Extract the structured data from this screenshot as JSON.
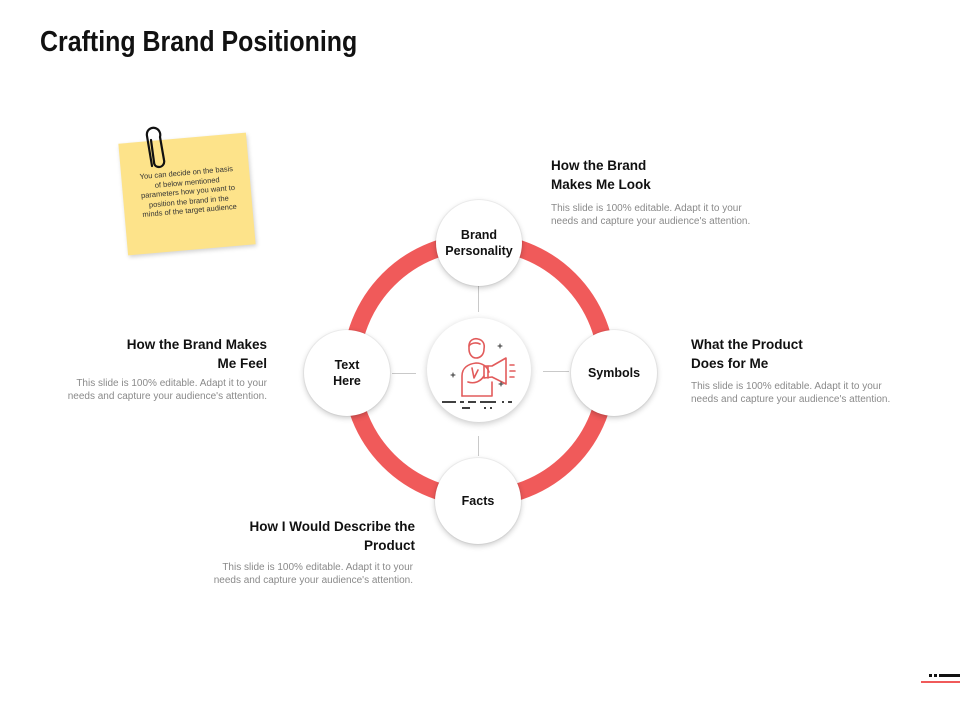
{
  "title": "Crafting Brand Positioning",
  "note": {
    "text": "You can decide on the basis of below mentioned parameters how you want to position the brand in the minds of the target audience"
  },
  "colors": {
    "accent": "#f05a5a",
    "note": "#fde38a",
    "text": "#111111",
    "muted": "#8a8a8a"
  },
  "nodes": {
    "top": {
      "label_line1": "Brand",
      "label_line2": "Personality"
    },
    "left": {
      "label_line1": "Text",
      "label_line2": "Here"
    },
    "right": {
      "label": "Symbols"
    },
    "bottom": {
      "label": "Facts"
    },
    "center": {
      "icon": "megaphone-person-icon"
    }
  },
  "blocks": {
    "top_right": {
      "heading_line1": "How the Brand",
      "heading_line2": "Makes Me Look",
      "desc_line1": "This slide is 100% editable.  Adapt it to your",
      "desc_line2": "needs and capture your audience's attention."
    },
    "left": {
      "heading_line1": "How the Brand Makes",
      "heading_line2": "Me Feel",
      "desc_line1": "This slide is 100% editable.  Adapt it to your",
      "desc_line2": "needs and capture your audience's attention."
    },
    "right": {
      "heading_line1": "What the Product",
      "heading_line2": "Does for Me",
      "desc_line1": "This slide is 100% editable.  Adapt it to your",
      "desc_line2": "needs and capture your audience's attention."
    },
    "bottom": {
      "heading_line1": "How I Would Describe the",
      "heading_line2": "Product",
      "desc_line1": "This slide is 100% editable.  Adapt it to your",
      "desc_line2": "needs and capture your audience's attention."
    }
  }
}
